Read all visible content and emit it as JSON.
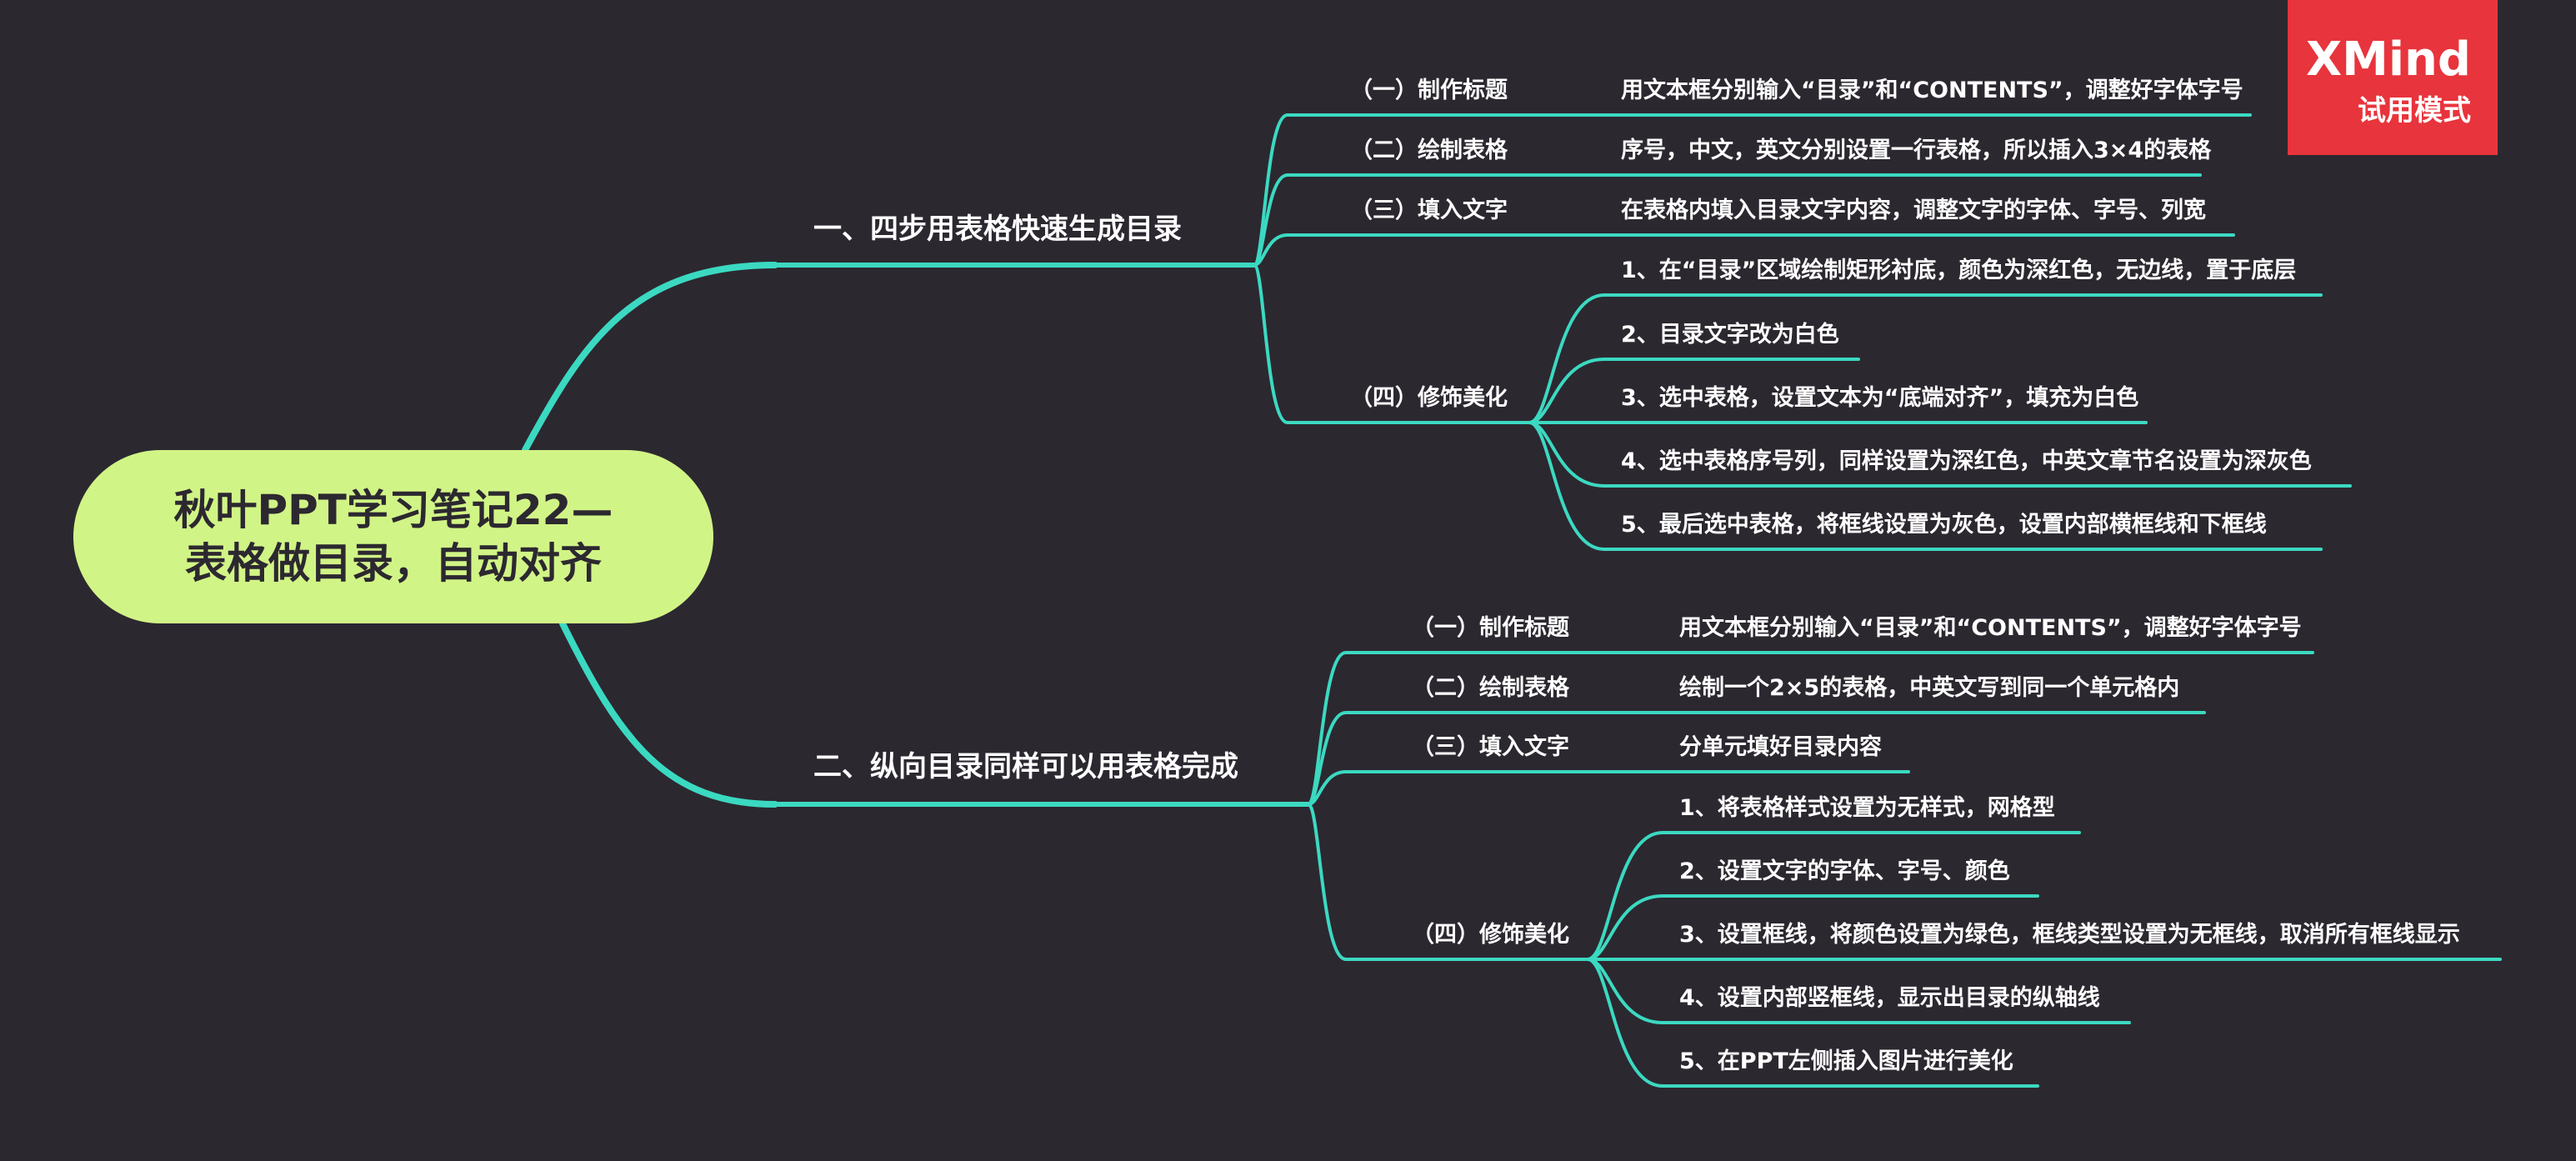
{
  "accent_color": "#3bd9c1",
  "background_color": "#2c2830",
  "central_color": "#d1f486",
  "watermark": {
    "title": "XMind",
    "subtitle": "试用模式",
    "color": "#e8343c"
  },
  "central": {
    "lines": [
      "秋叶PPT学习笔记22—",
      "表格做目录，自动对齐"
    ]
  },
  "branches": [
    {
      "label": "一、四步用表格快速生成目录",
      "children": [
        {
          "label": "（一）制作标题",
          "leaves": [
            "用文本框分别输入“目录”和“CONTENTS”，调整好字体字号"
          ]
        },
        {
          "label": "（二）绘制表格",
          "leaves": [
            "序号，中文，英文分别设置一行表格，所以插入3×4的表格"
          ]
        },
        {
          "label": "（三）填入文字",
          "leaves": [
            "在表格内填入目录文字内容，调整文字的字体、字号、列宽"
          ]
        },
        {
          "label": "（四）修饰美化",
          "leaves": [
            "1、在“目录”区域绘制矩形衬底，颜色为深红色，无边线，置于底层",
            "2、目录文字改为白色",
            "3、选中表格，设置文本为“底端对齐”，填充为白色",
            "4、选中表格序号列，同样设置为深红色，中英文章节名设置为深灰色",
            "5、最后选中表格，将框线设置为灰色，设置内部横框线和下框线"
          ]
        }
      ]
    },
    {
      "label": "二、纵向目录同样可以用表格完成",
      "children": [
        {
          "label": "（一）制作标题",
          "leaves": [
            "用文本框分别输入“目录”和“CONTENTS”，调整好字体字号"
          ]
        },
        {
          "label": "（二）绘制表格",
          "leaves": [
            "绘制一个2×5的表格，中英文写到同一个单元格内"
          ]
        },
        {
          "label": "（三）填入文字",
          "leaves": [
            "分单元填好目录内容"
          ]
        },
        {
          "label": "（四）修饰美化",
          "leaves": [
            "1、将表格样式设置为无样式，网格型",
            "2、设置文字的字体、字号、颜色",
            "3、设置框线，将颜色设置为绿色，框线类型设置为无框线，取消所有框线显示",
            "4、设置内部竖框线，显示出目录的纵轴线",
            "5、在PPT左侧插入图片进行美化"
          ]
        }
      ]
    }
  ]
}
